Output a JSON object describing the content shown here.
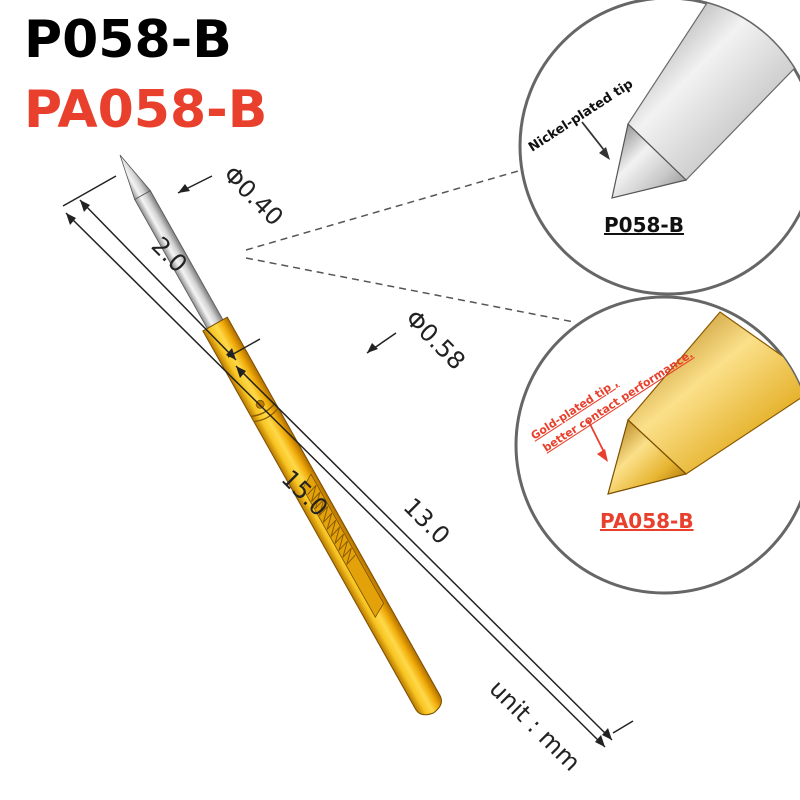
{
  "header": {
    "model_nickel": "P058-B",
    "model_gold": "PA058-B"
  },
  "dimensions": {
    "tip_diameter": "Φ0.40",
    "barrel_diameter": "Φ0.58",
    "tip_length": "2.0",
    "total_length": "15.0",
    "barrel_length": "13.0",
    "unit": "unit : mm"
  },
  "callout_nickel": {
    "note": "Nickel-plated tip",
    "label": "P058-B"
  },
  "callout_gold": {
    "note_line1": "Gold-plated tip ,",
    "note_line2": "better contact performance.",
    "label": "PA058-B"
  },
  "colors": {
    "gold_accent": "#e8402c",
    "barrel_gold": "#f2b10e",
    "nickel": "#c9c9c9"
  }
}
